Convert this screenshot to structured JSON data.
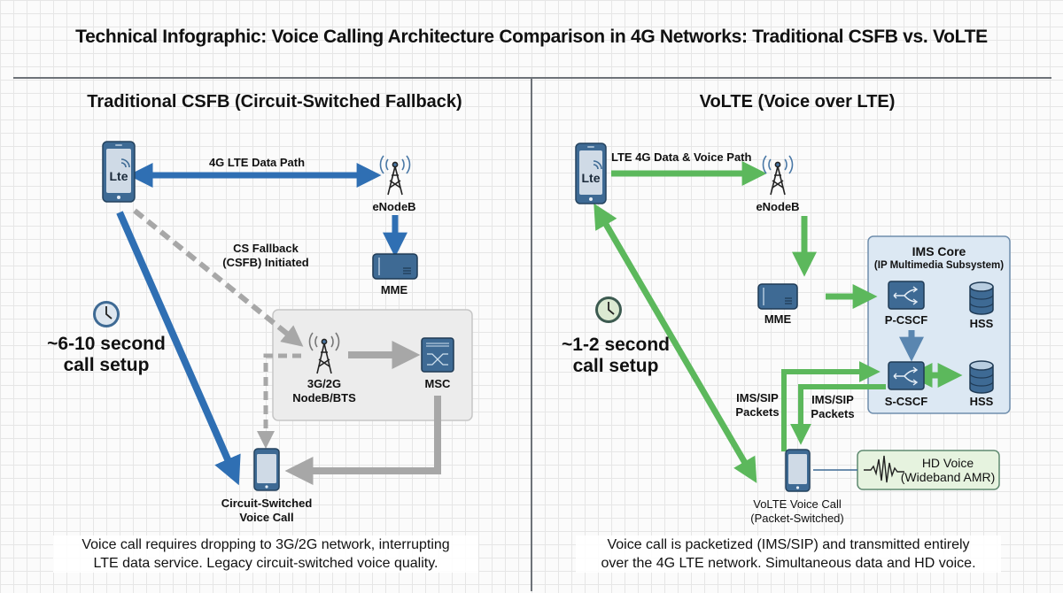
{
  "title": "Technical Infographic: Voice Calling Architecture Comparison in 4G Networks: Traditional CSFB vs. VoLTE",
  "colors": {
    "blue": "#2f6fb3",
    "green": "#5cb85c",
    "gray": "#a7a7a7",
    "device_blue": "#3e6a94",
    "divider": "#6d7278",
    "ims_bg": "#dce8f3",
    "hd_bg": "#e6f3df"
  },
  "csfb": {
    "heading": "Traditional CSFB (Circuit-Switched Fallback)",
    "phone_badge": "Lte",
    "data_path_label": "4G LTE Data Path",
    "enodeb_label": "eNodeB",
    "mme_label": "MME",
    "fallback_label_1": "CS Fallback",
    "fallback_label_2": "(CSFB) Initiated",
    "nodeb_label_1": "3G/2G",
    "nodeb_label_2": "NodeB/BTS",
    "msc_label": "MSC",
    "cs_call_label_1": "Circuit-Switched",
    "cs_call_label_2": "Voice Call",
    "timing_1": "~6-10 second",
    "timing_2": "call setup",
    "caption_1": "Voice call requires dropping to 3G/2G network, interrupting",
    "caption_2": "LTE data service. Legacy circuit-switched voice quality."
  },
  "volte": {
    "heading": "VoLTE (Voice over LTE)",
    "phone_badge": "Lte",
    "path_label": "LTE 4G Data & Voice Path",
    "enodeb_label": "eNodeB",
    "mme_label": "MME",
    "ims_title": "IMS Core",
    "ims_subtitle": "(IP Multimedia Subsystem)",
    "pcscf_label": "P-CSCF",
    "scscf_label": "S-CSCF",
    "hss_label_1": "HSS",
    "hss_label_2": "HSS",
    "sip_label_left_1": "IMS/SIP",
    "sip_label_left_2": "Packets",
    "sip_label_right_1": "IMS/SIP",
    "sip_label_right_2": "Packets",
    "hd_voice_1": "HD Voice",
    "hd_voice_2": "(Wideband AMR)",
    "call_label_1": "VoLTE Voice Call",
    "call_label_2": "(Packet-Switched)",
    "timing_1": "~1-2 second",
    "timing_2": "call setup",
    "caption_1": "Voice call is packetized (IMS/SIP) and transmitted entirely",
    "caption_2": "over the 4G LTE network. Simultaneous data and HD voice."
  }
}
